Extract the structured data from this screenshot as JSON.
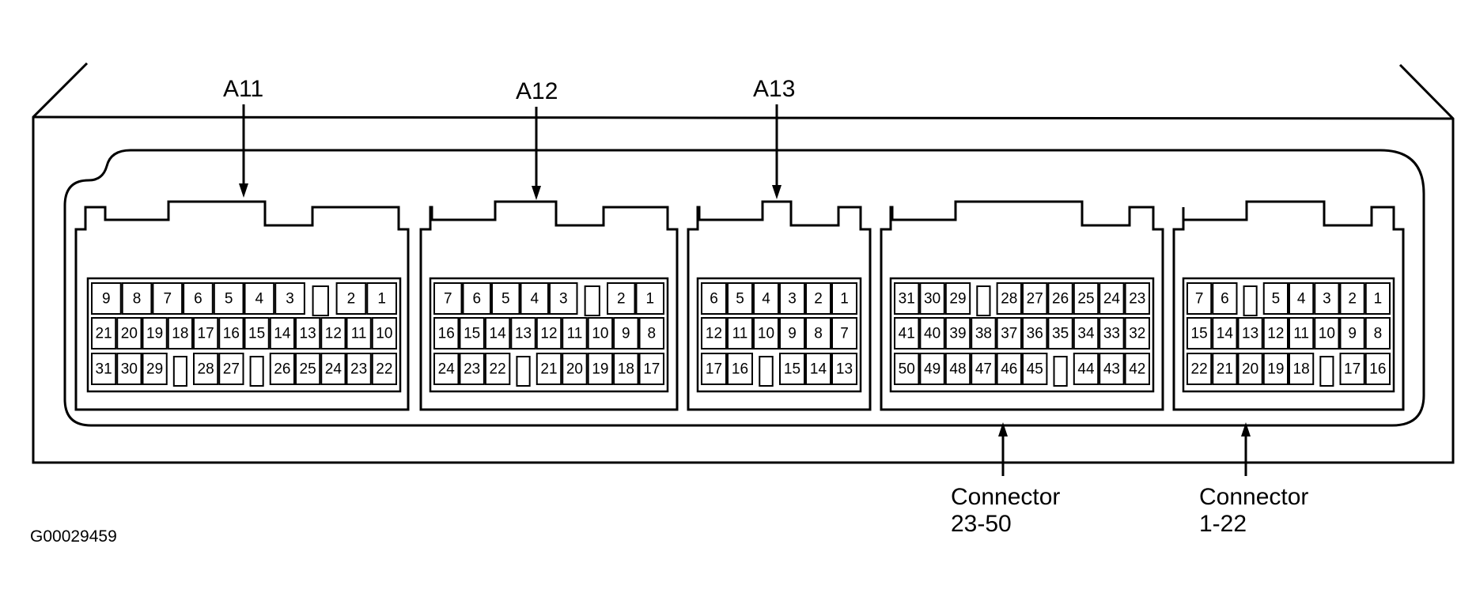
{
  "labels": {
    "a11": "A11",
    "a12": "A12",
    "a13": "A13",
    "conn_23_50_line1": "Connector",
    "conn_23_50_line2": "23-50",
    "conn_1_22_line1": "Connector",
    "conn_1_22_line2": "1-22"
  },
  "figure_code": "G00029459",
  "connectors": [
    {
      "id": "a11",
      "rows": [
        [
          "9",
          "8",
          "7",
          "6",
          "5",
          "4",
          "3",
          "",
          "2",
          "1"
        ],
        [
          "21",
          "20",
          "19",
          "18",
          "17",
          "16",
          "15",
          "14",
          "13",
          "12",
          "11",
          "10"
        ],
        [
          "31",
          "30",
          "29",
          "",
          "28",
          "27",
          "",
          "26",
          "25",
          "24",
          "23",
          "22"
        ]
      ]
    },
    {
      "id": "a12",
      "rows": [
        [
          "7",
          "6",
          "5",
          "4",
          "3",
          "",
          "2",
          "1"
        ],
        [
          "16",
          "15",
          "14",
          "13",
          "12",
          "11",
          "10",
          "9",
          "8"
        ],
        [
          "24",
          "23",
          "22",
          "",
          "21",
          "20",
          "19",
          "18",
          "17"
        ]
      ]
    },
    {
      "id": "a13",
      "rows": [
        [
          "6",
          "5",
          "4",
          "3",
          "2",
          "1"
        ],
        [
          "12",
          "11",
          "10",
          "9",
          "8",
          "7"
        ],
        [
          "17",
          "16",
          "",
          "15",
          "14",
          "13"
        ]
      ]
    },
    {
      "id": "conn-23-50",
      "rows": [
        [
          "31",
          "30",
          "29",
          "",
          "28",
          "27",
          "26",
          "25",
          "24",
          "23"
        ],
        [
          "41",
          "40",
          "39",
          "38",
          "37",
          "36",
          "35",
          "34",
          "33",
          "32"
        ],
        [
          "50",
          "49",
          "48",
          "47",
          "46",
          "45",
          "",
          "44",
          "43",
          "42"
        ]
      ]
    },
    {
      "id": "conn-1-22",
      "rows": [
        [
          "7",
          "6",
          "",
          "5",
          "4",
          "3",
          "2",
          "1"
        ],
        [
          "15",
          "14",
          "13",
          "12",
          "11",
          "10",
          "9",
          "8"
        ],
        [
          "22",
          "21",
          "20",
          "19",
          "18",
          "",
          "17",
          "16"
        ]
      ]
    }
  ]
}
